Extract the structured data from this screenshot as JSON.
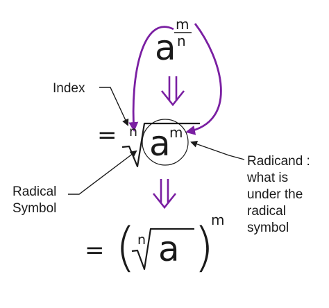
{
  "expr_top": {
    "base": "a",
    "exp_num": "m",
    "exp_den": "n"
  },
  "expr_mid": {
    "equals": "=",
    "index": "n",
    "base": "a",
    "exp": "m"
  },
  "expr_bottom": {
    "equals": "=",
    "index": "n",
    "base": "a",
    "paren_left": "(",
    "paren_right": ")",
    "outer_exp": "m"
  },
  "labels": {
    "index": "Index",
    "radical_line1": "Radical",
    "radical_line2": "Symbol",
    "radicand_line1": "Radicand :",
    "radicand_line2": "what is",
    "radicand_line3": "under the",
    "radicand_line4": "radical",
    "radicand_line5": "symbol"
  },
  "colors": {
    "accent": "#7a1fa2",
    "text": "#1a1a1a"
  }
}
